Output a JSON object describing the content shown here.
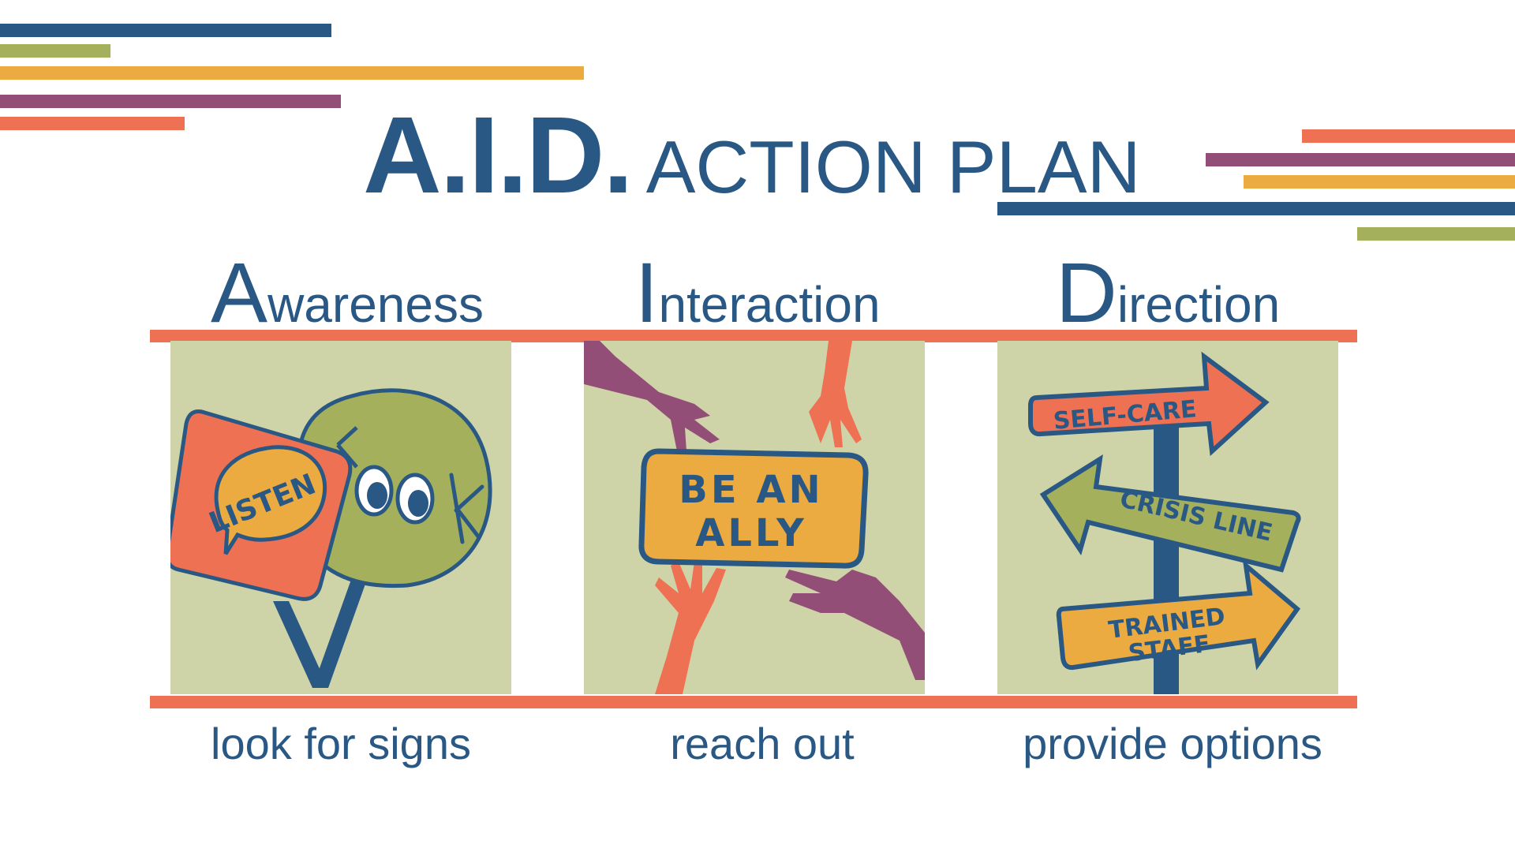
{
  "colors": {
    "navy": "#2a5885",
    "green": "#a4b05c",
    "orange": "#ebab40",
    "purple": "#924e77",
    "coral": "#ee7154",
    "panel": "#ced4a8"
  },
  "title": {
    "acronym": "A.I.D.",
    "rest": "ACTION PLAN"
  },
  "columns": [
    {
      "initial": "A",
      "rest": "wareness",
      "caption": "look for signs",
      "icon": "listen-look-signs-icon",
      "signs": [
        "LISTEN",
        "LOOK"
      ]
    },
    {
      "initial": "I",
      "rest": "nteraction",
      "caption": "reach out",
      "icon": "reaching-hands-icon",
      "sign": [
        "BE AN",
        "ALLY"
      ]
    },
    {
      "initial": "D",
      "rest": "irection",
      "caption": "provide options",
      "icon": "signpost-icon",
      "arrows": [
        "SELF-CARE",
        "CRISIS LINE",
        "TRAINED",
        "STAFF"
      ]
    }
  ]
}
